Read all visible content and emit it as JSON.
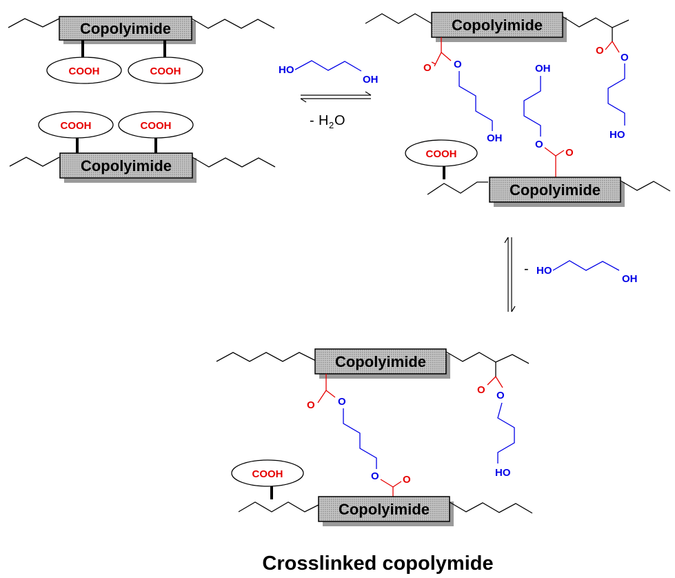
{
  "labels": {
    "copolyimide": "Copolyimide",
    "cooh": "COOH",
    "ho": "HO",
    "oh": "OH",
    "o": "O",
    "minus": "-",
    "h": "H",
    "two": "2",
    "water_o": "O",
    "title": "Crosslinked copolymide"
  },
  "colors": {
    "acid": "#e60000",
    "diol": "#0000e6",
    "backbone": "#000000"
  }
}
